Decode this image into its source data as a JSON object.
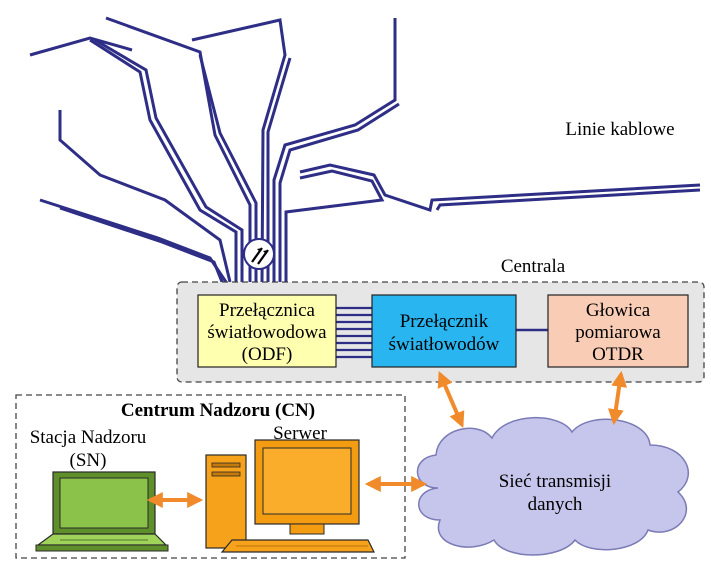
{
  "labels": {
    "cable_lines": "Linie kablowe",
    "exchange": "Centrala",
    "odf_line1": "Przełącznica",
    "odf_line2": "światłowodowa",
    "odf_line3": "(ODF)",
    "switch_line1": "Przełącznik",
    "switch_line2": "światłowodów",
    "otdr_line1": "Głowica",
    "otdr_line2": "pomiarowa",
    "otdr_line3": "OTDR",
    "monitoring_center": "Centrum Nadzoru (CN)",
    "station_line1": "Stacja Nadzoru",
    "station_line2": "(SN)",
    "server": "Serwer",
    "network_line1": "Sieć transmisji",
    "network_line2": "danych"
  },
  "colors": {
    "cable": "#2e2e86",
    "odf_fill": "#ffffb0",
    "switch_fill": "#29b6f0",
    "otdr_fill": "#f9cdb5",
    "exchange_fill": "#e6e6e6",
    "cloud_fill": "#c6c6ec",
    "arrow": "#f08a2a",
    "laptop": "#8bc34a",
    "computer": "#f7a21b"
  },
  "icons": [
    "optical-connector-icon",
    "laptop-icon",
    "desktop-computer-icon",
    "cloud-icon"
  ]
}
